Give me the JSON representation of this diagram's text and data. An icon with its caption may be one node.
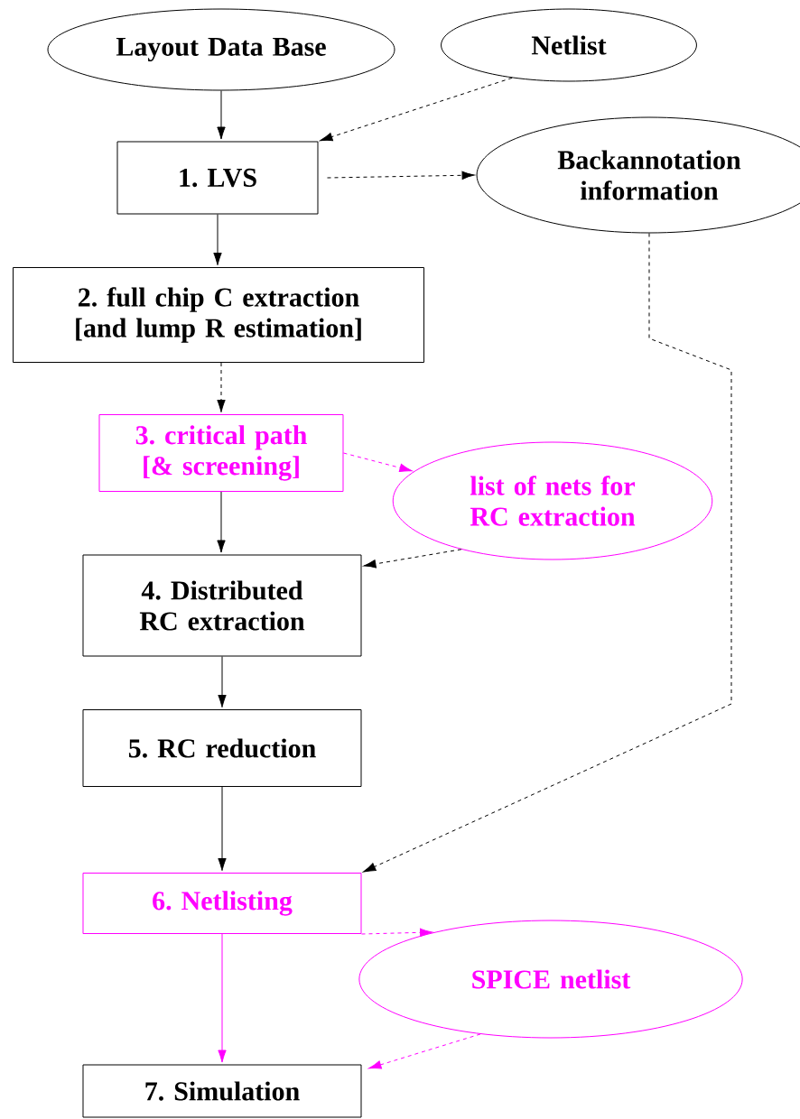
{
  "diagram": {
    "nodes": [
      {
        "text": [
          "Layout Data Base"
        ]
      },
      {
        "text": [
          "Netlist"
        ]
      },
      {
        "text": [
          "1. LVS"
        ]
      },
      {
        "text": [
          "Backannotation information"
        ]
      },
      {
        "text": [
          "2. full chip C extraction [and lump R estimation]"
        ]
      },
      {
        "text": [
          "3. critical path [& screening]"
        ]
      },
      {
        "text": [
          "list of nets for RC extraction"
        ]
      },
      {
        "text": [
          "4. Distributed RC extraction"
        ]
      },
      {
        "text": [
          "5. RC reduction"
        ]
      },
      {
        "text": [
          "6. Netlisting"
        ]
      },
      {
        "text": [
          "SPICE netlist"
        ]
      },
      {
        "text": [
          "7. Simulation"
        ]
      }
    ],
    "edges": [
      {
        "from": 0,
        "to": 2,
        "arrow": "to"
      },
      {
        "from": 1,
        "to": 2,
        "arrow": "to",
        "style": "dashed"
      },
      {
        "from": 2,
        "to": 3,
        "arrow": "to",
        "style": "dashed"
      },
      {
        "from": 2,
        "to": 4,
        "arrow": "to"
      },
      {
        "from": 4,
        "to": 5,
        "arrow": "to",
        "style": "dashed"
      },
      {
        "from": 5,
        "to": 7,
        "arrow": "to"
      },
      {
        "from": 5,
        "to": 6,
        "arrow": "to",
        "style": "dashed",
        "color": "#ff00ff"
      },
      {
        "from": 6,
        "to": 7,
        "arrow": "to",
        "style": "dashed"
      },
      {
        "from": 7,
        "to": 8,
        "arrow": "to"
      },
      {
        "from": 8,
        "to": 9,
        "arrow": "to"
      },
      {
        "from": 3,
        "to": 9,
        "arrow": "to",
        "style": "dashed"
      },
      {
        "from": 9,
        "to": 11,
        "arrow": "to",
        "color": "#ff00ff"
      },
      {
        "from": 9,
        "to": 10,
        "arrow": "to",
        "style": "dashed",
        "color": "#ff00ff"
      },
      {
        "from": 10,
        "to": 11,
        "arrow": "to",
        "style": "dashed",
        "color": "#ff00ff"
      }
    ]
  }
}
